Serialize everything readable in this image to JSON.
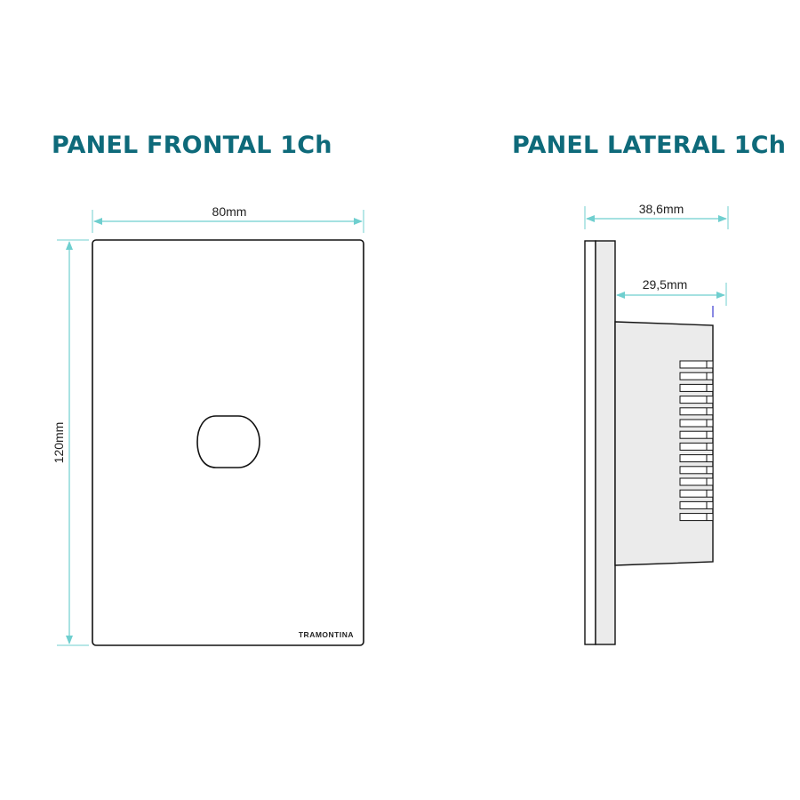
{
  "titles": {
    "front": "PANEL FRONTAL 1Ch",
    "side": "PANEL LATERAL 1Ch"
  },
  "dimensions": {
    "front_width": "80mm",
    "front_height": "120mm",
    "side_depth_total": "38,6mm",
    "side_depth_body": "29,5mm"
  },
  "brand": "TRAMONTINA",
  "colors": {
    "title": "#0e6a7a",
    "dimension_line": "#6fcfcf",
    "outline": "#111111",
    "side_body_fill": "#ebebeb",
    "marker": "#3a3ad0"
  }
}
